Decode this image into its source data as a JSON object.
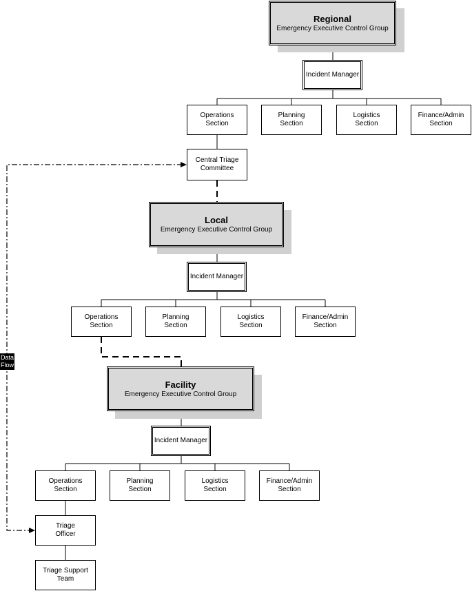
{
  "regional": {
    "title": "Regional",
    "subtitle": "Emergency Executive Control Group",
    "incident_manager": "Incident Manager",
    "sections": [
      "Operations\nSection",
      "Planning\nSection",
      "Logistics\nSection",
      "Finance/Admin\nSection"
    ],
    "central_triage": "Central Triage\nCommittee"
  },
  "local": {
    "title": "Local",
    "subtitle": "Emergency Executive Control Group",
    "incident_manager": "Incident Manager",
    "sections": [
      "Operations\nSection",
      "Planning\nSection",
      "Logistics\nSection",
      "Finance/Admin\nSection"
    ]
  },
  "facility": {
    "title": "Facility",
    "subtitle": "Emergency Executive Control Group",
    "incident_manager": "Incident Manager",
    "sections": [
      "Operations\nSection",
      "Planning\nSection",
      "Logistics\nSection",
      "Finance/Admin\nSection"
    ],
    "triage_officer": "Triage\nOfficer",
    "triage_support": "Triage Support\nTeam"
  },
  "data_flow_label": "Data\nFlow",
  "colors": {
    "group_fill": "#d9d9d9",
    "shadow": "#d0d0d0",
    "line": "#000000"
  }
}
